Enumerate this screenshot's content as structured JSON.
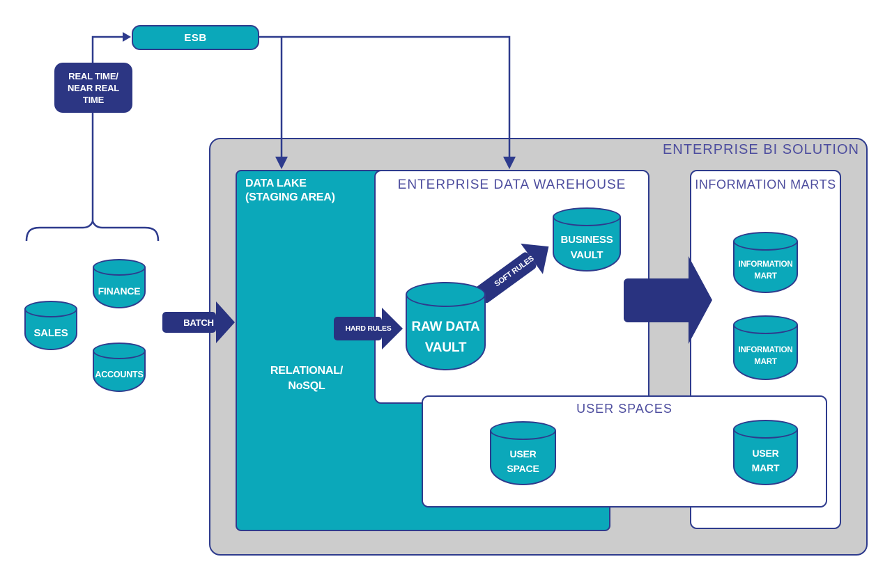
{
  "colors": {
    "teal": "#0ba8ba",
    "navy": "#293380",
    "line_navy": "#2e3b8d",
    "panel_label_purple": "#4d4d9e",
    "container_gray": "#cccccc",
    "text_white": "#ffffff"
  },
  "flow": {
    "esb_label": "ESB",
    "realtime_label": [
      "REAL TIME/",
      "NEAR REAL",
      "TIME"
    ],
    "batch_label": "BATCH",
    "hard_rules_label": "HARD RULES",
    "soft_rules_label": "SOFT RULES"
  },
  "sources": {
    "sales": "SALES",
    "finance": "FINANCE",
    "accounts": "ACCOUNTS"
  },
  "containers": {
    "bi_solution_title": "ENTERPRISE BI SOLUTION",
    "data_lake_title": [
      "DATA LAKE",
      "(STAGING AREA)"
    ],
    "data_lake_note": [
      "RELATIONAL/",
      "NoSQL"
    ],
    "edw_title": "ENTERPRISE DATA WAREHOUSE",
    "info_marts_title": "INFORMATION MARTS",
    "user_spaces_title": "USER SPACES"
  },
  "cylinders": {
    "raw_data_vault": [
      "RAW DATA",
      "VAULT"
    ],
    "business_vault": [
      "BUSINESS",
      "VAULT"
    ],
    "info_mart_1": [
      "INFORMATION",
      "MART"
    ],
    "info_mart_2": [
      "INFORMATION",
      "MART"
    ],
    "user_space": [
      "USER",
      "SPACE"
    ],
    "user_mart": [
      "USER",
      "MART"
    ]
  }
}
